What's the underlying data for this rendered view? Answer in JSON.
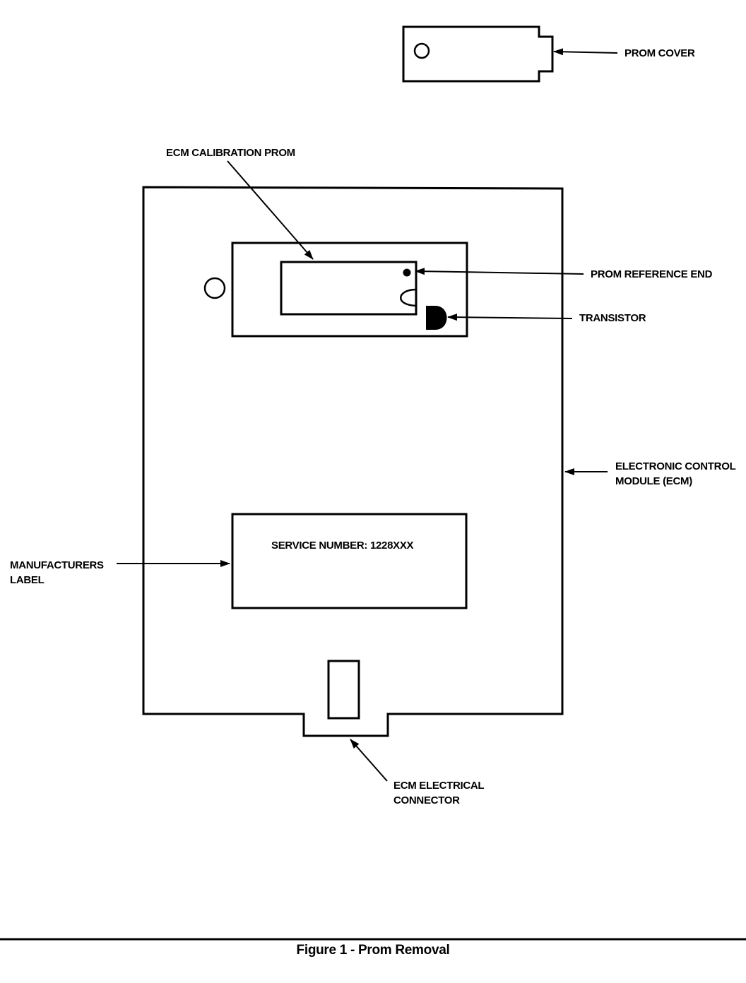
{
  "labels": {
    "prom_cover": "PROM COVER",
    "ecm_calibration_prom": "ECM CALIBRATION PROM",
    "prom_reference_end": "PROM REFERENCE END",
    "transistor": "TRANSISTOR",
    "ecm_line1": "ELECTRONIC CONTROL",
    "ecm_line2": "MODULE (ECM)",
    "manufacturers_line1": "MANUFACTURERS",
    "manufacturers_line2": "LABEL",
    "connector_line1": "ECM ELECTRICAL",
    "connector_line2": "CONNECTOR",
    "service_number": "SERVICE NUMBER:  1228XXX"
  },
  "caption": "Figure 1 - Prom Removal",
  "colors": {
    "ink": "#000000",
    "background": "#ffffff"
  }
}
